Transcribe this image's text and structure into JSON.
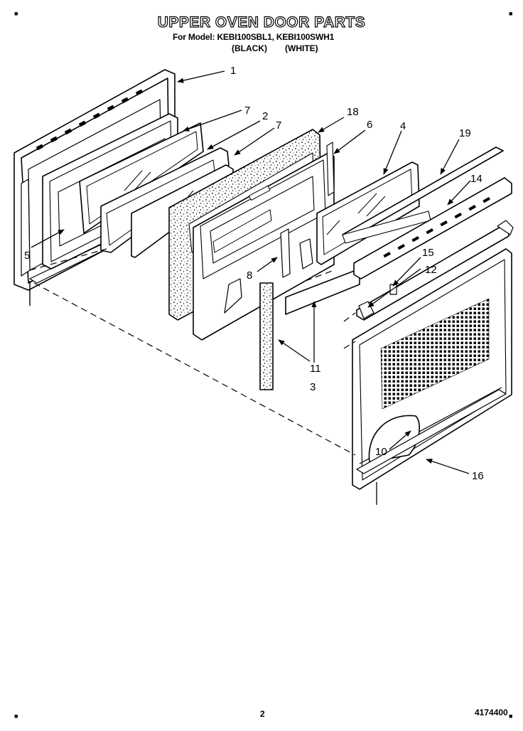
{
  "header": {
    "title": "UPPER OVEN DOOR PARTS",
    "models": "For Model: KEBI100SBL1, KEBI100SWH1",
    "color_black": "(BLACK)",
    "color_white": "(WHITE)"
  },
  "callouts": {
    "c1": "1",
    "c2": "2",
    "c3": "3",
    "c4": "4",
    "c5": "5",
    "c6": "6",
    "c7a": "7",
    "c7b": "7",
    "c8": "8",
    "c10": "10",
    "c11": "11",
    "c12": "12",
    "c14": "14",
    "c15": "15",
    "c16": "16",
    "c18": "18",
    "c19": "19"
  },
  "footer": {
    "page_number": "2",
    "document_number": "4174400"
  }
}
